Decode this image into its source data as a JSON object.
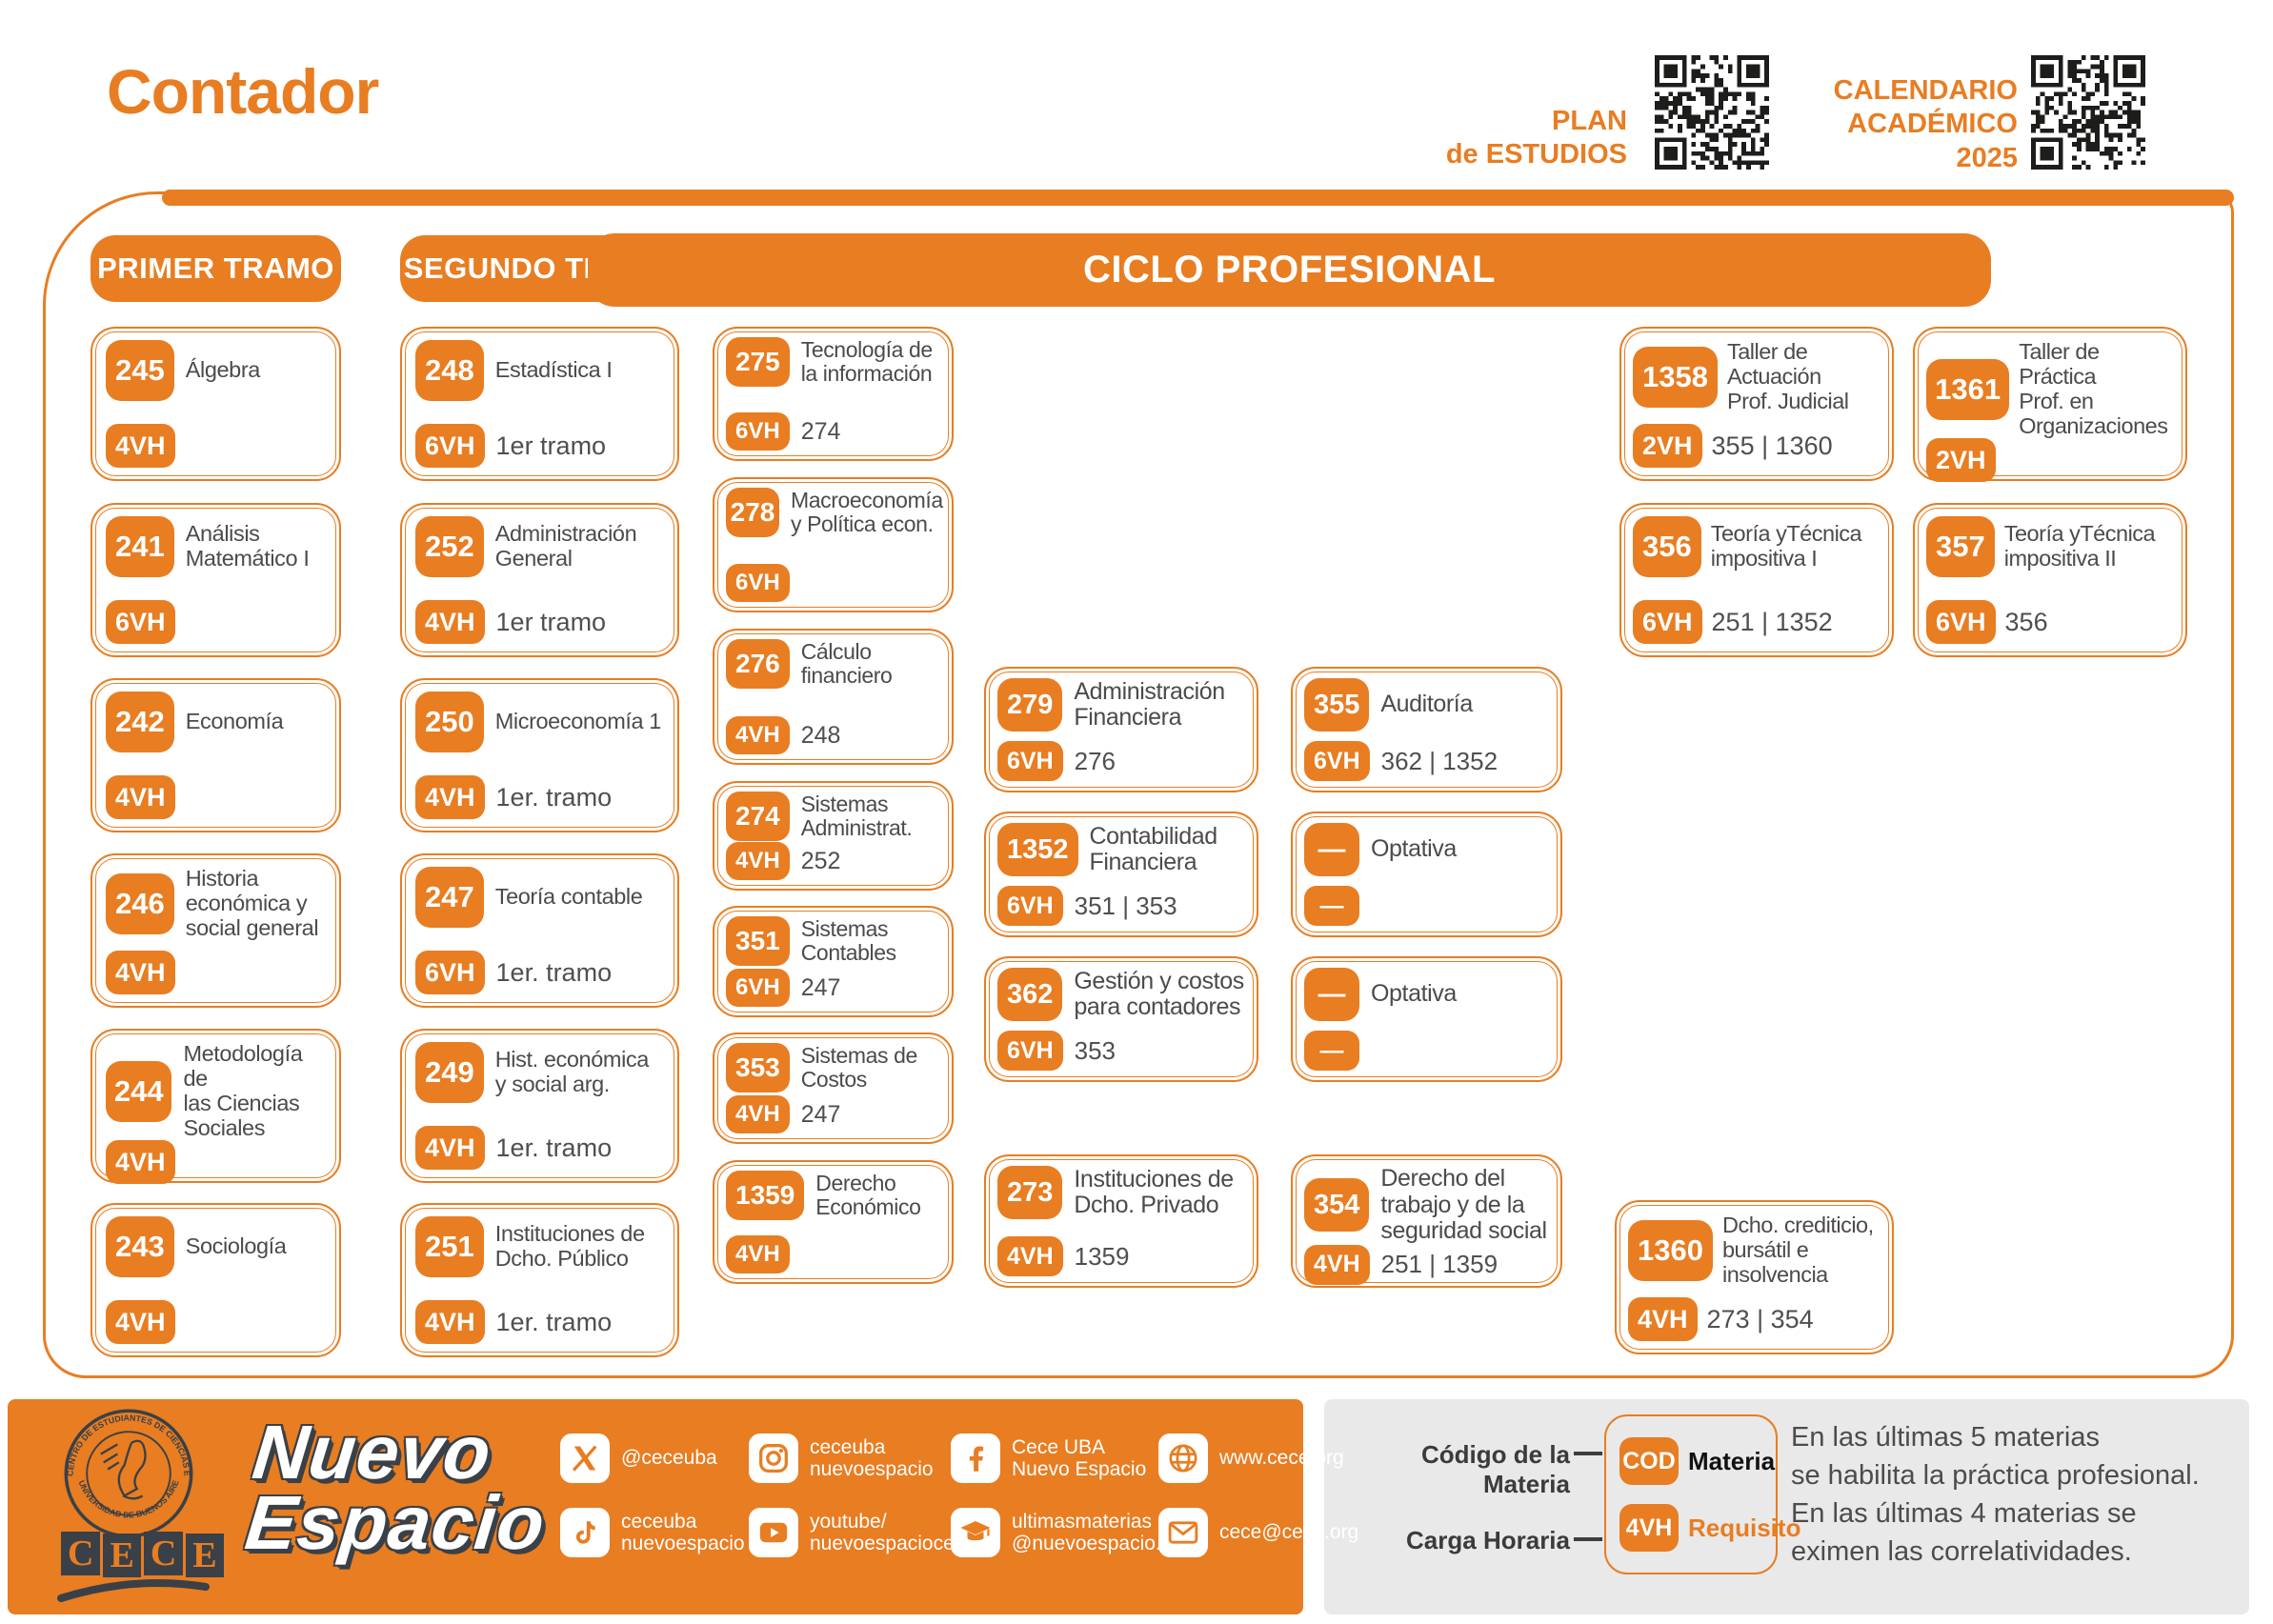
{
  "page": {
    "title": "Contador"
  },
  "top_right": {
    "plan_label": "PLAN\nde ESTUDIOS",
    "calendar_label": "CALENDARIO\nACADÉMICO\n2025"
  },
  "sections": {
    "primer": "PRIMER TRAMO",
    "segundo": "SEGUNDO TRAMO",
    "ciclo": "CICLO PROFESIONAL"
  },
  "courses": [
    {
      "code": "245",
      "name": "Álgebra",
      "hours": "4VH",
      "req": ""
    },
    {
      "code": "241",
      "name": "Análisis\nMatemático I",
      "hours": "6VH",
      "req": ""
    },
    {
      "code": "242",
      "name": "Economía",
      "hours": "4VH",
      "req": ""
    },
    {
      "code": "246",
      "name": "Historia\neconómica y\nsocial general",
      "hours": "4VH",
      "req": ""
    },
    {
      "code": "244",
      "name": "Metodología de\nlas Ciencias\nSociales",
      "hours": "4VH",
      "req": ""
    },
    {
      "code": "243",
      "name": "Sociología",
      "hours": "4VH",
      "req": ""
    },
    {
      "code": "248",
      "name": "Estadística I",
      "hours": "6VH",
      "req": "1er tramo"
    },
    {
      "code": "252",
      "name": "Administración\nGeneral",
      "hours": "4VH",
      "req": "1er tramo"
    },
    {
      "code": "250",
      "name": "Microeconomía 1",
      "hours": "4VH",
      "req": "1er. tramo"
    },
    {
      "code": "247",
      "name": "Teoría contable",
      "hours": "6VH",
      "req": "1er. tramo"
    },
    {
      "code": "249",
      "name": "Hist. económica\ny social arg.",
      "hours": "4VH",
      "req": "1er. tramo"
    },
    {
      "code": "251",
      "name": "Instituciones de\nDcho. Público",
      "hours": "4VH",
      "req": "1er. tramo"
    },
    {
      "code": "275",
      "name": "Tecnología de\nla información",
      "hours": "6VH",
      "req": "274"
    },
    {
      "code": "278",
      "name": "Macroeconomía\ny Política econ.",
      "hours": "6VH",
      "req": ""
    },
    {
      "code": "276",
      "name": "Cálculo\nfinanciero",
      "hours": "4VH",
      "req": "248"
    },
    {
      "code": "274",
      "name": "Sistemas\nAdministrat.",
      "hours": "4VH",
      "req": "252"
    },
    {
      "code": "351",
      "name": "Sistemas\nContables",
      "hours": "6VH",
      "req": "247"
    },
    {
      "code": "353",
      "name": "Sistemas de\nCostos",
      "hours": "4VH",
      "req": "247"
    },
    {
      "code": "1359",
      "name": "Derecho\nEconómico",
      "hours": "4VH",
      "req": ""
    },
    {
      "code": "279",
      "name": "Administración\nFinanciera",
      "hours": "6VH",
      "req": "276"
    },
    {
      "code": "1352",
      "name": "Contabilidad\nFinanciera",
      "hours": "6VH",
      "req": "351 | 353"
    },
    {
      "code": "362",
      "name": "Gestión y costos\npara contadores",
      "hours": "6VH",
      "req": "353"
    },
    {
      "code": "273",
      "name": "Instituciones de\nDcho. Privado",
      "hours": "4VH",
      "req": "1359"
    },
    {
      "code": "355",
      "name": "Auditoría",
      "hours": "6VH",
      "req": "362 | 1352"
    },
    {
      "code": "—",
      "name": "Optativa",
      "hours": "—",
      "req": ""
    },
    {
      "code": "—",
      "name": "Optativa",
      "hours": "—",
      "req": ""
    },
    {
      "code": "354",
      "name": "Derecho del\ntrabajo y de la\nseguridad social",
      "hours": "4VH",
      "req": "251 | 1359"
    },
    {
      "code": "1358",
      "name": "Taller de\nActuación\nProf. Judicial",
      "hours": "2VH",
      "req": "355 | 1360"
    },
    {
      "code": "1361",
      "name": "Taller de Práctica\nProf. en\nOrganizaciones",
      "hours": "2VH",
      "req": ""
    },
    {
      "code": "356",
      "name": "Teoría yTécnica\nimpositiva I",
      "hours": "6VH",
      "req": "251 | 1352"
    },
    {
      "code": "357",
      "name": "Teoría yTécnica\nimpositiva II",
      "hours": "6VH",
      "req": "356"
    },
    {
      "code": "1360",
      "name": "Dcho. crediticio,\nbursátil e\ninsolvencia",
      "hours": "4VH",
      "req": "273 | 354"
    }
  ],
  "legend": {
    "code_label": "Código de la Materia",
    "hours_label": "Carga Horaria",
    "sample_code": "COD",
    "sample_name": "Materia",
    "sample_hours": "4VH",
    "sample_req": "Requisito",
    "note": "En las últimas 5 materias\nse habilita la práctica profesional.\nEn las últimas 4 materias se\neximen las correlatividades."
  },
  "footer": {
    "logo": {
      "cece_letters": [
        "C",
        "E",
        "C",
        "E"
      ],
      "brand_line1": "Nuevo",
      "brand_line2": "Espacio",
      "seal_top": "CENTRO DE ESTUDIANTES DE CIENCIAS ECONOMICAS",
      "seal_bottom": "UNIVERSIDAD DE BUENOS AIRES"
    },
    "social": [
      {
        "icon": "x-icon",
        "label": "@ceceuba"
      },
      {
        "icon": "instagram-icon",
        "label": "ceceuba\nnuevoespacio"
      },
      {
        "icon": "facebook-icon",
        "label": "Cece UBA\nNuevo Espacio"
      },
      {
        "icon": "globe-icon",
        "label": "www.cece.org"
      },
      {
        "icon": "tiktok-icon",
        "label": "ceceuba\nnuevoespacio"
      },
      {
        "icon": "youtube-icon",
        "label": "youtube/\nnuevoespaciocece"
      },
      {
        "icon": "grad-cap-icon",
        "label": "ultimasmaterias\n@nuevoespacio.org"
      },
      {
        "icon": "email-icon",
        "label": "cece@cece.org"
      }
    ]
  }
}
